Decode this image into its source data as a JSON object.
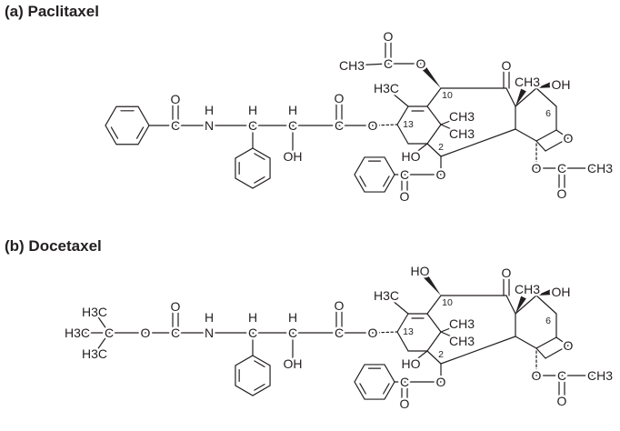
{
  "paclitaxel": {
    "title": "(a) Paclitaxel",
    "atoms": [
      "N",
      "H",
      "C",
      "H",
      "C",
      "H",
      "OH",
      "C",
      "O",
      "O",
      "H3C",
      "CH3",
      "CH3",
      "HO",
      "O",
      "C",
      "O",
      "O",
      "CH3",
      "OH",
      "O",
      "O",
      "C",
      "O",
      "CH3",
      "13",
      "10",
      "2",
      "6",
      "C",
      "O",
      "C",
      "O",
      "O",
      "CH3"
    ]
  },
  "docetaxel": {
    "title": "(b) Docetaxel",
    "atoms": [
      "N",
      "H",
      "C",
      "H",
      "C",
      "H",
      "OH",
      "C",
      "O",
      "O",
      "H3C",
      "CH3",
      "CH3",
      "HO",
      "O",
      "C",
      "O",
      "O",
      "CH3",
      "OH",
      "O",
      "O",
      "C",
      "O",
      "CH3",
      "13",
      "10",
      "2",
      "6",
      "C",
      "O",
      "O",
      "C",
      "H3C",
      "H3C",
      "H3C",
      "HO"
    ]
  },
  "colors": {
    "ink": "#231f20",
    "background": "#ffffff"
  }
}
